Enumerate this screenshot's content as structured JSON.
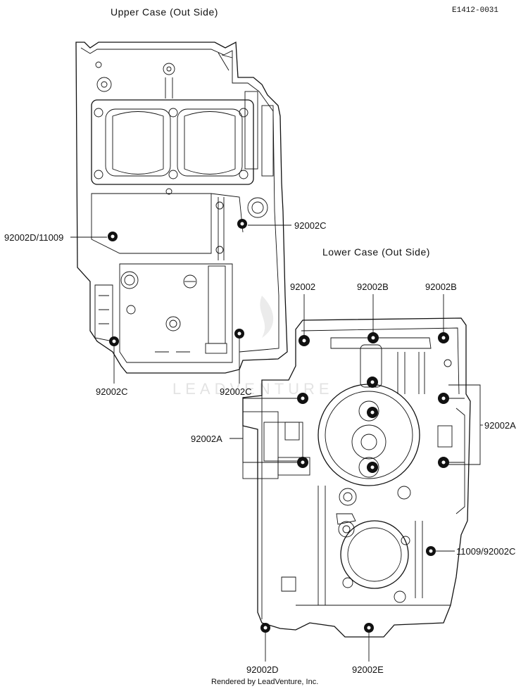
{
  "diagram_code": "E1412-0031",
  "upper_case_title": "Upper Case (Out Side)",
  "lower_case_title": "Lower Case (Out Side)",
  "footer": "Rendered by LeadVenture, Inc.",
  "watermark": "LEADVENTURE",
  "labels": {
    "upper_left_d": "92002D/11009",
    "upper_c_right": "92002C",
    "upper_c_bottom_left": "92002C",
    "upper_c_bottom_right": "92002C",
    "lower_top_plain": "92002",
    "lower_top_b1": "92002B",
    "lower_top_b2": "92002B",
    "lower_a_right": "92002A",
    "lower_a_left": "92002A",
    "lower_c_right": "11009/92002C",
    "lower_d_bottom": "92002D",
    "lower_e_bottom": "92002E"
  }
}
